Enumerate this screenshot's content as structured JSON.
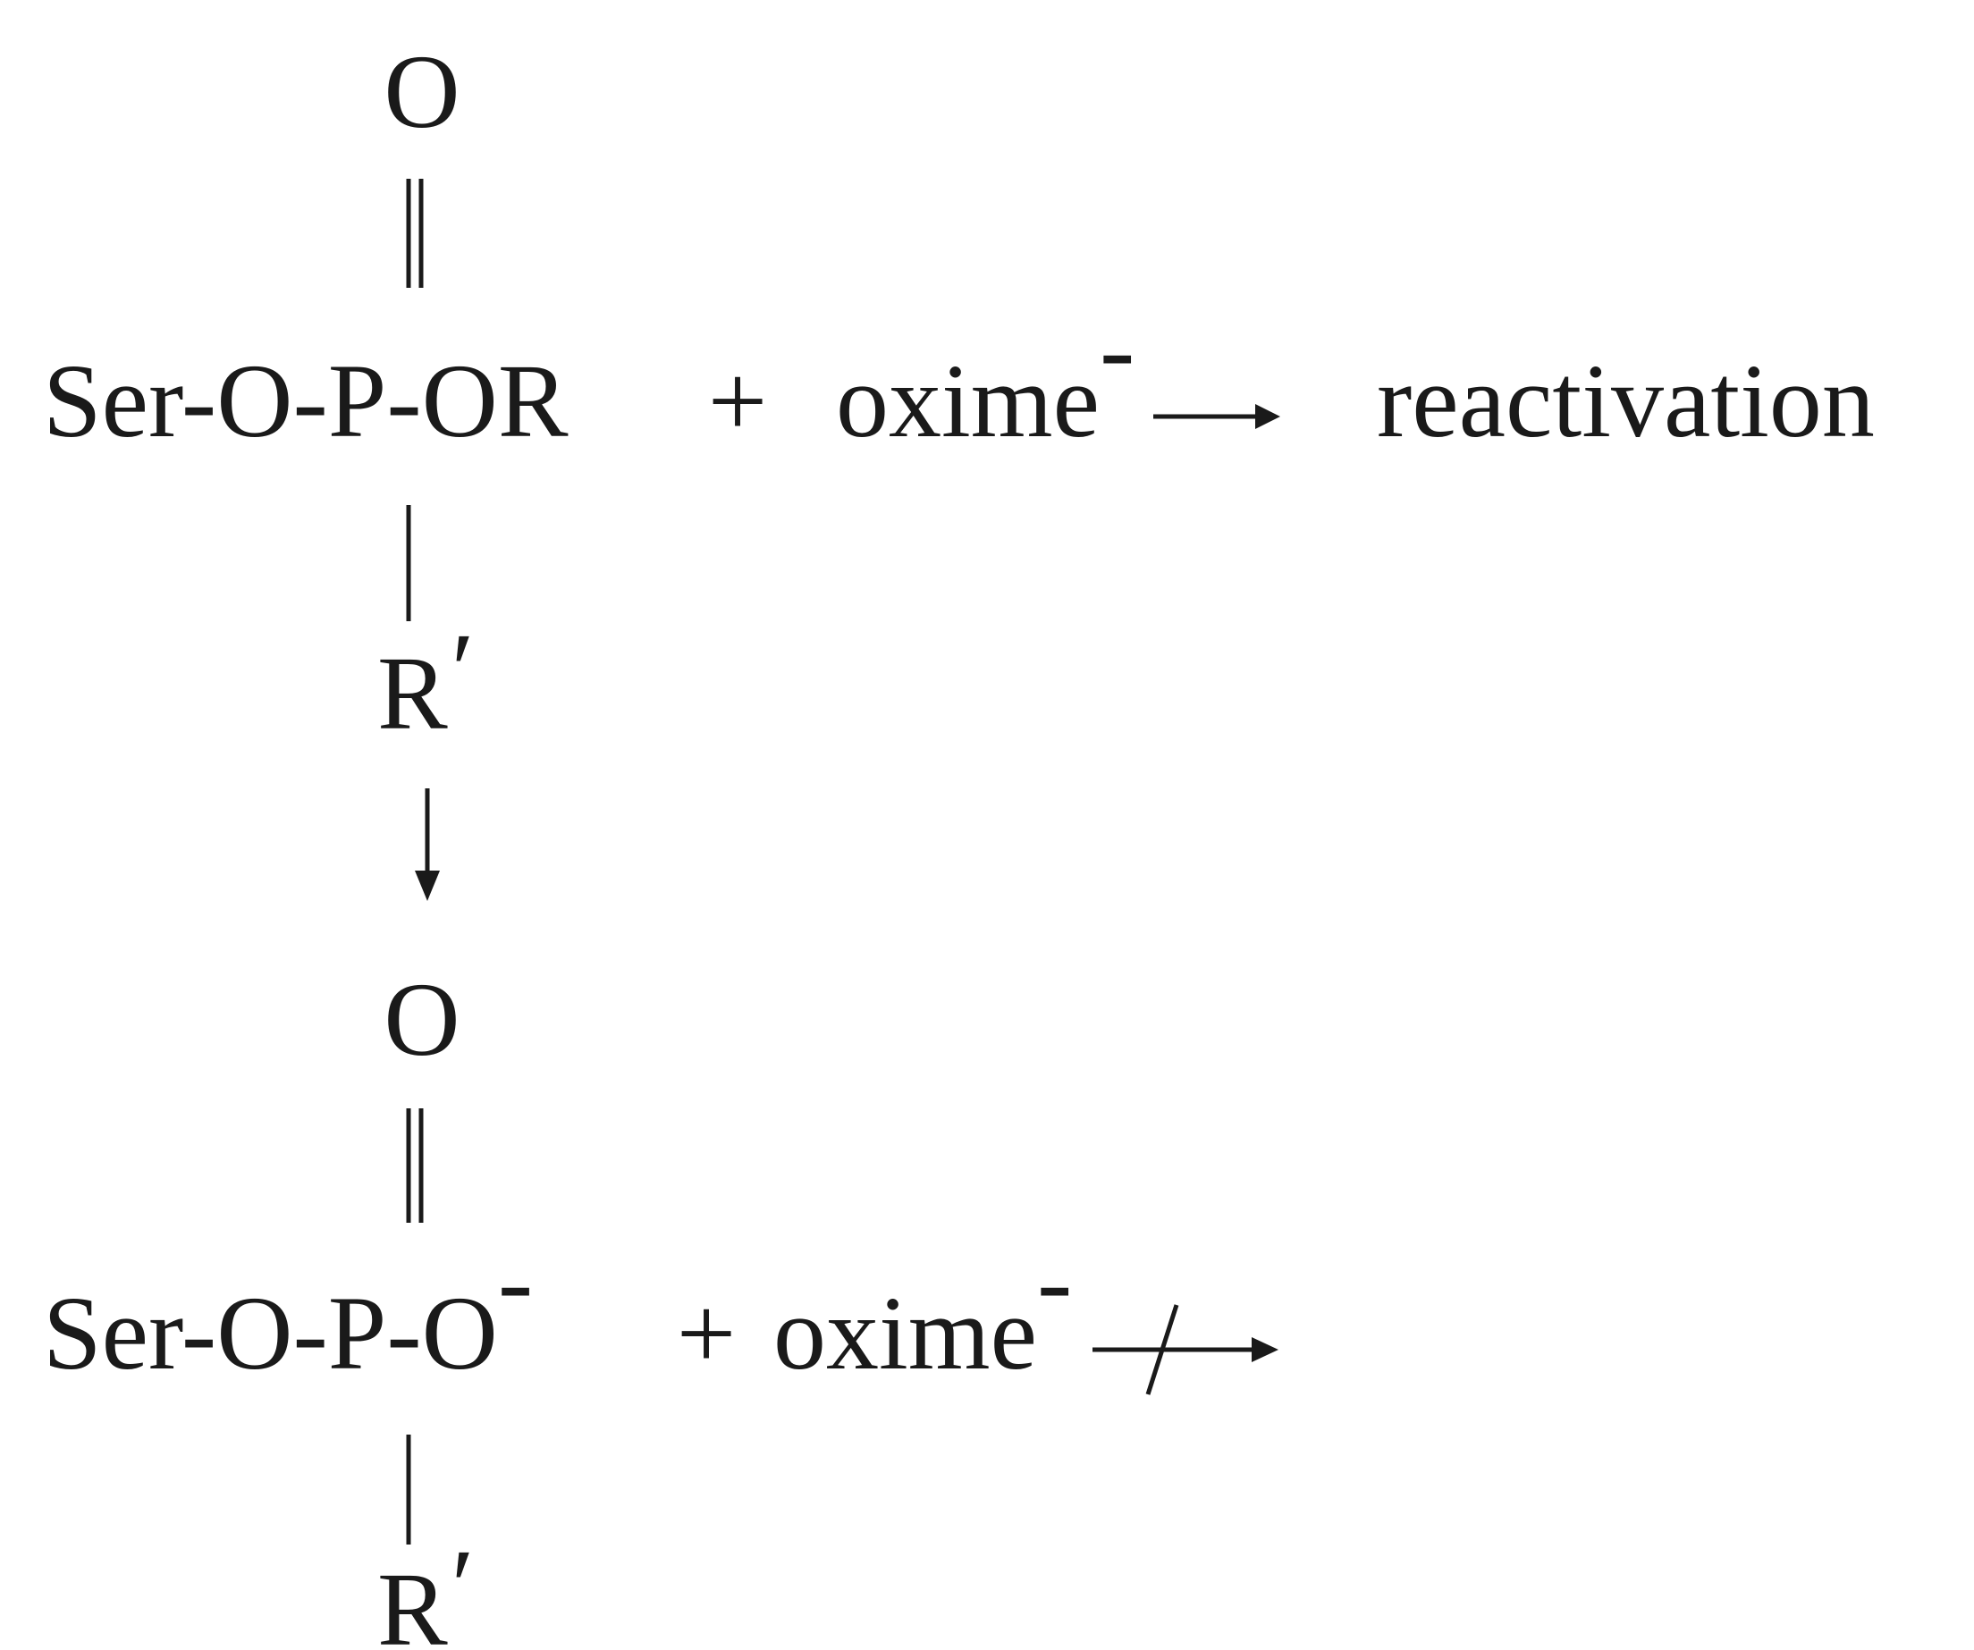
{
  "scheme": {
    "top": {
      "oxo": "O",
      "backbone_left": "Ser-O-",
      "phosphorus": "P",
      "backbone_right": "-OR",
      "plus": "+",
      "reagent": "oxime",
      "reagent_charge": "-",
      "product": "reactivation",
      "substituent": "R",
      "substituent_prime": "′"
    },
    "bottom": {
      "oxo": "O",
      "backbone_left": "Ser-O-",
      "phosphorus": "P",
      "backbone_right": "-O",
      "backbone_charge": "-",
      "plus": "+",
      "reagent": "oxime",
      "reagent_charge": "-",
      "substituent": "R",
      "substituent_prime": "′"
    },
    "colors": {
      "ink": "#1a1a1a",
      "background": "#ffffff"
    }
  }
}
